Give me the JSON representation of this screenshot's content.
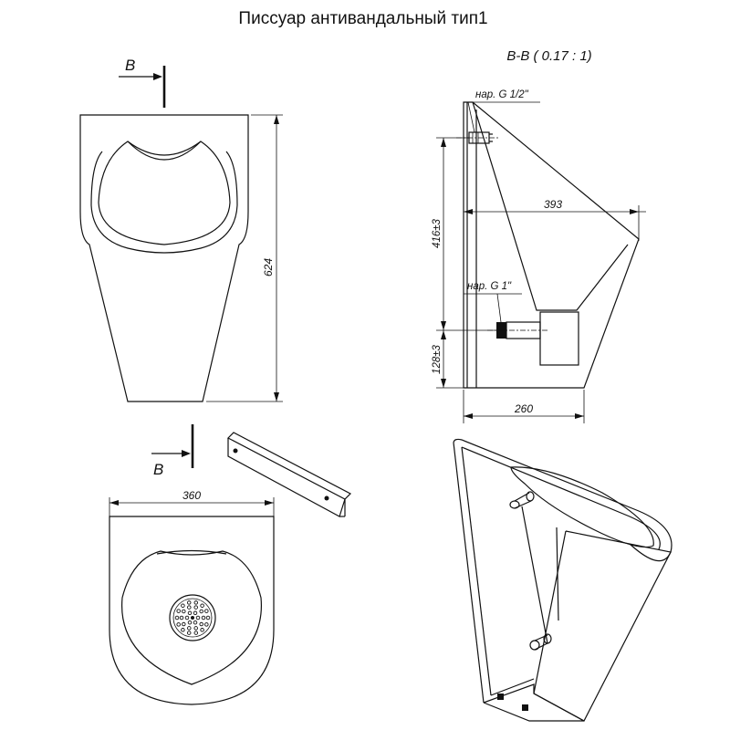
{
  "title": "Писсуар антивандальный тип1",
  "section_label": "B-B ( 0.17 : 1)",
  "section_letter_top": "B",
  "section_letter_bottom": "B",
  "dimensions": {
    "height": "624",
    "width_top": "360",
    "depth_top": "393",
    "depth_bottom": "260",
    "inlet_height": "416±3",
    "outlet_height": "128±3"
  },
  "callouts": {
    "inlet_thread": "нар. G 1/2\"",
    "outlet_thread": "нар. G 1\""
  },
  "colors": {
    "line": "#111111",
    "background": "#ffffff"
  }
}
